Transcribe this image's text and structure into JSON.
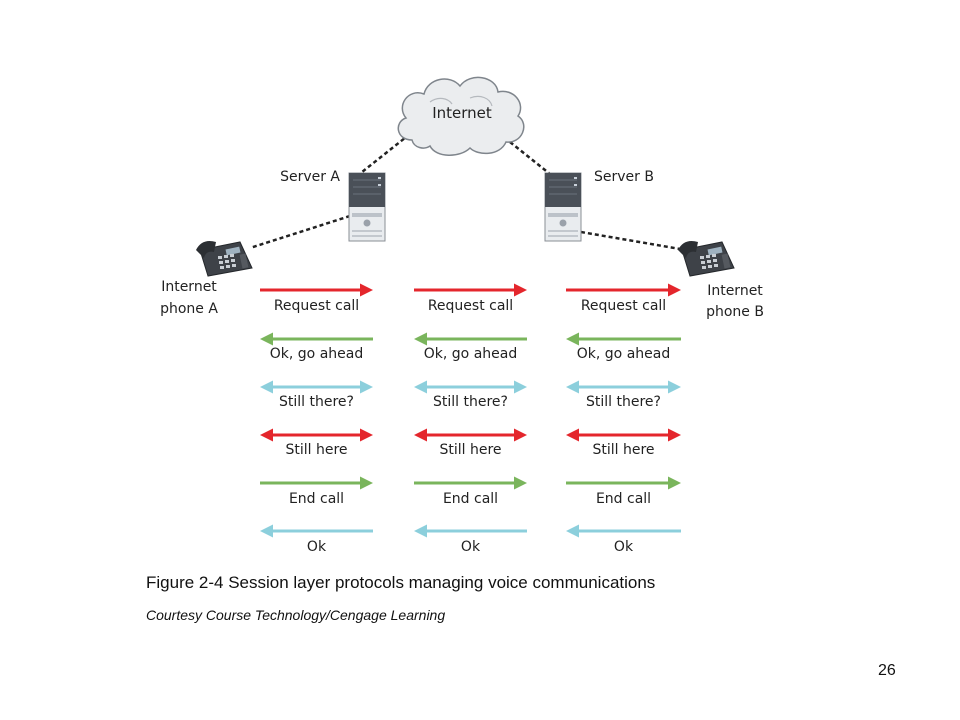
{
  "cloud": {
    "label": "Internet"
  },
  "servers": {
    "a_label": "Server A",
    "b_label": "Server B"
  },
  "phones": {
    "a_line1": "Internet",
    "a_line2": "phone A",
    "b_line1": "Internet",
    "b_line2": "phone B"
  },
  "colors": {
    "red": "#e4262c",
    "green": "#7ab55c",
    "cyan": "#8ccfdc"
  },
  "messages": [
    {
      "label": "Request call",
      "direction": "right",
      "color": "red"
    },
    {
      "label": "Ok, go ahead",
      "direction": "left",
      "color": "green"
    },
    {
      "label": "Still there?",
      "direction": "both",
      "color": "cyan"
    },
    {
      "label": "Still here",
      "direction": "both",
      "color": "red"
    },
    {
      "label": "End call",
      "direction": "right",
      "color": "green"
    },
    {
      "label": "Ok",
      "direction": "left",
      "color": "cyan"
    }
  ],
  "caption": "Figure 2-4 Session layer protocols managing voice communications",
  "credit": "Courtesy Course Technology/Cengage Learning",
  "page_number": "26"
}
